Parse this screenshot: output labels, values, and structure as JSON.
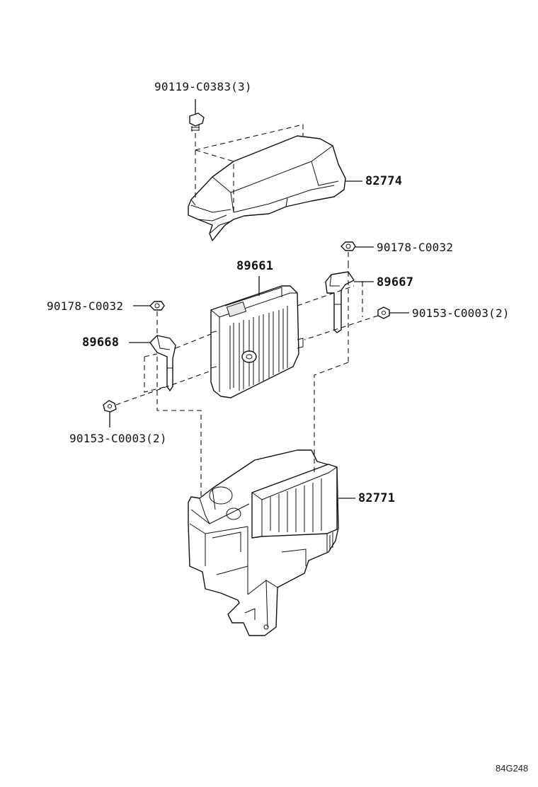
{
  "labels": {
    "bolt_cover": "90119-C0383(3)",
    "cover": "82774",
    "nut_right": "90178-C0032",
    "ecu": "89661",
    "bracket_right": "89667",
    "nut_left": "90178-C0032",
    "bolt_right": "90153-C0003(2)",
    "bracket_left": "89668",
    "bolt_left": "90153-C0003(2)",
    "case": "82771"
  },
  "reference": "84G248"
}
